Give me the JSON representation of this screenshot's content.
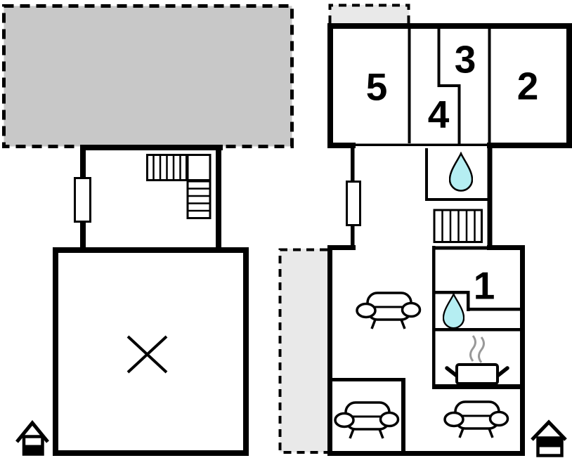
{
  "colors": {
    "wall": "#000000",
    "background": "#ffffff",
    "terrace_dark": "#c8c8c8",
    "terrace_light": "#e9e9e9",
    "water": "#b5eef2",
    "steam": "#999999"
  },
  "left_plan": {
    "icons": [
      "terrace-dashed-large",
      "window",
      "l-shaped-staircase",
      "x-mark-room",
      "house-level-indicator-lower-filled"
    ]
  },
  "right_plan": {
    "rooms": [
      {
        "id": "room-5",
        "label": "5"
      },
      {
        "id": "room-3",
        "label": "3"
      },
      {
        "id": "room-4",
        "label": "4"
      },
      {
        "id": "room-2",
        "label": "2"
      },
      {
        "id": "room-1",
        "label": "1"
      }
    ],
    "icons": [
      "terrace-dashed-top",
      "terrace-dashed-side",
      "window",
      "water-drop-bathroom-upper",
      "staircase",
      "water-drop-bathroom-lower",
      "cooking-pot-with-steam",
      "sofa",
      "sofa",
      "sofa",
      "house-level-indicator-upper-filled"
    ]
  }
}
